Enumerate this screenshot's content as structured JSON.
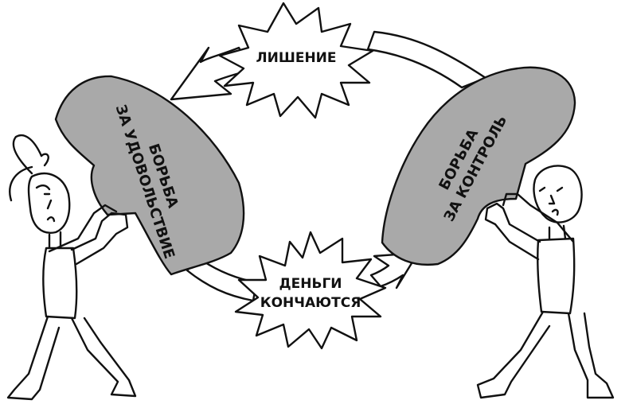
{
  "labels": {
    "deprivation": "ЛИШЕНИЕ",
    "money_runs_out_1": "ДЕНЬГИ",
    "money_runs_out_2": "КОНЧАЮТСЯ",
    "left_sign_1": "БОРЬБА",
    "left_sign_2": "ЗА УДОВОЛЬСТВИЕ",
    "right_sign_1": "БОРЬБА",
    "right_sign_2": "ЗА КОНТРОЛЬ"
  },
  "colors": {
    "sign_fill": "#a9a9a9",
    "ink": "#111111",
    "paper": "#ffffff"
  }
}
